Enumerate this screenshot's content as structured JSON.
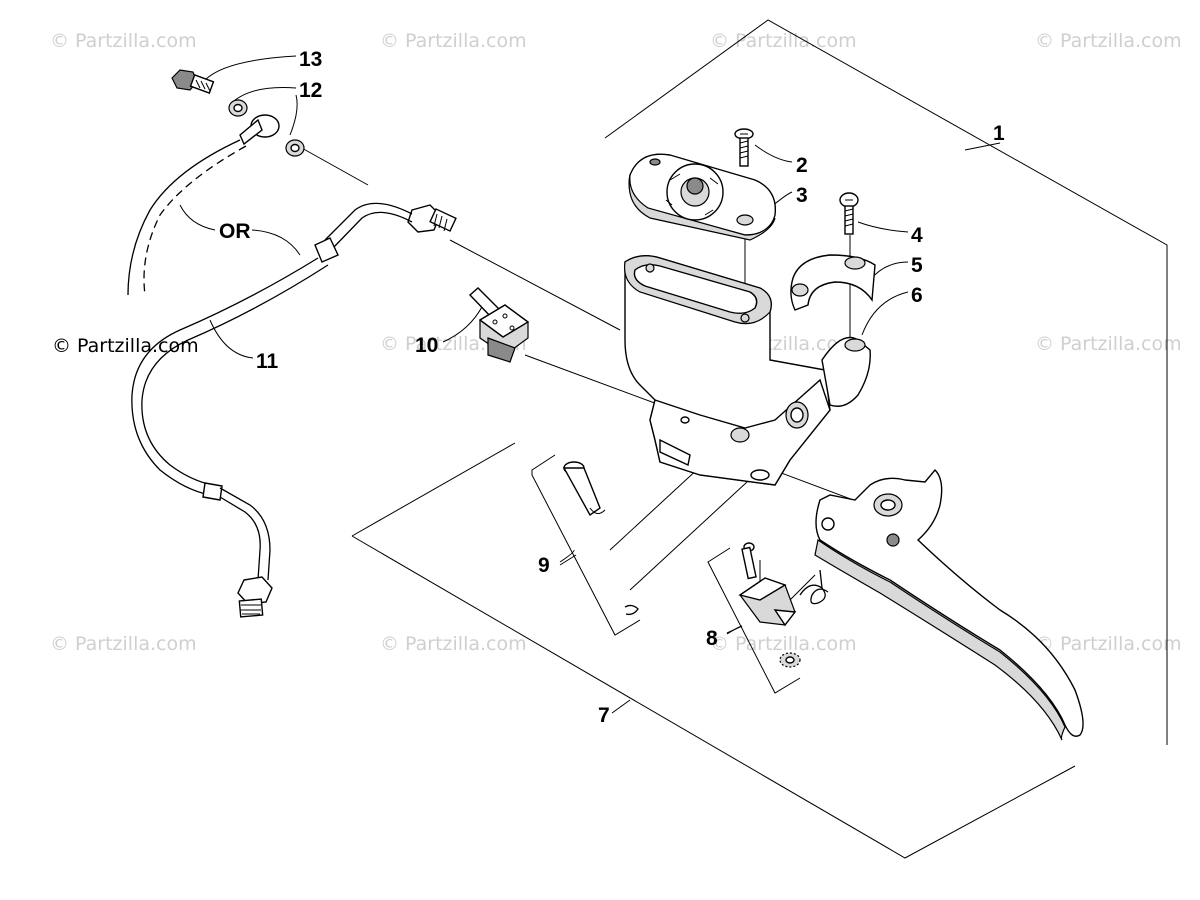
{
  "watermark": {
    "text": "© Partzilla.com",
    "color": "#cfcfcf",
    "emphasized_color": "#000000"
  },
  "callouts": {
    "c1": "1",
    "c2": "2",
    "c3": "3",
    "c4": "4",
    "c5": "5",
    "c6": "6",
    "c7": "7",
    "c8": "8",
    "c9": "9",
    "c10": "10",
    "c11": "11",
    "c12": "12",
    "c13": "13",
    "or": "OR"
  }
}
